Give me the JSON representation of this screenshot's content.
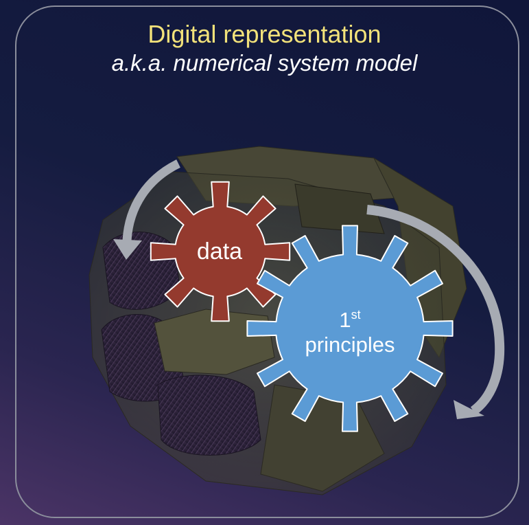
{
  "title": "Digital representation",
  "subtitle": "a.k.a. numerical system model",
  "gears": {
    "data": {
      "label": "data",
      "color": "#943a2e"
    },
    "principles": {
      "number": "1",
      "superscript": "st",
      "word": "principles",
      "color": "#5b9bd5"
    }
  },
  "arrows": {
    "color": "#a7abb3"
  },
  "background_object": "magnet-cad-model",
  "colors": {
    "title": "#f2e27a",
    "panel_border": "#8b8e9c"
  }
}
